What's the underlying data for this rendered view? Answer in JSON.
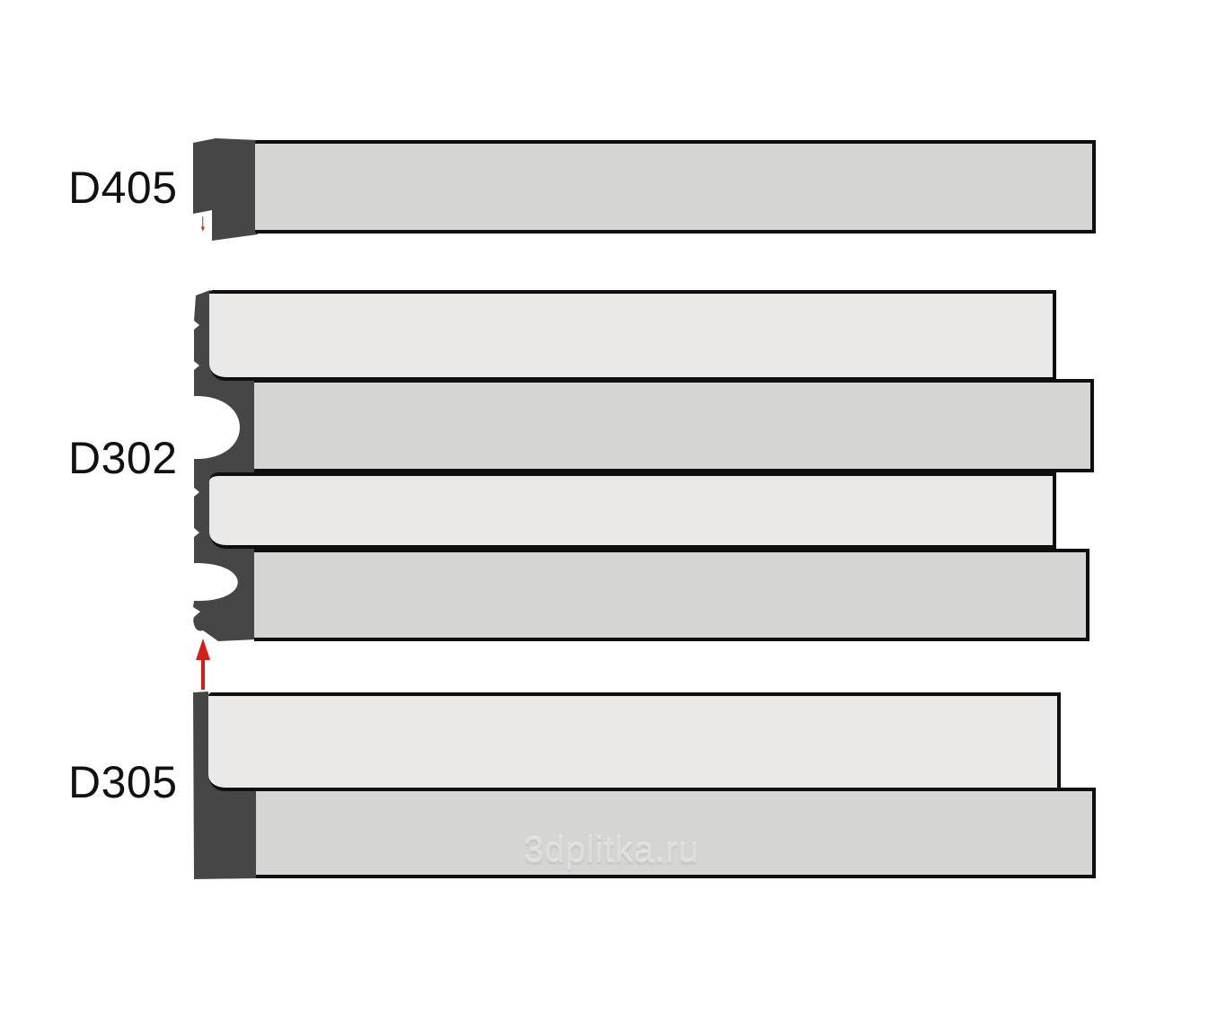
{
  "diagram": {
    "title_visible": false,
    "sections": [
      {
        "id": "d405",
        "label": "D405"
      },
      {
        "id": "d302",
        "label": "D302"
      },
      {
        "id": "d305",
        "label": "D305"
      }
    ],
    "arrows": [
      {
        "name": "arrow-down-icon",
        "direction": "down",
        "from_section": "d405",
        "to_section": "d302"
      },
      {
        "name": "arrow-up-icon",
        "direction": "up",
        "from_section": "d305",
        "to_section": "d302"
      }
    ],
    "watermark": {
      "text": "3dplitka.ru"
    }
  },
  "colors": {
    "panel_light": "#eae9e7",
    "panel_dark": "#d5d5d4",
    "profile": "#464646",
    "outline": "#0f0f0f",
    "arrow": "#d51f14",
    "label": "#111111",
    "watermark": "#dedddc",
    "page_bg": "#ffffff"
  }
}
